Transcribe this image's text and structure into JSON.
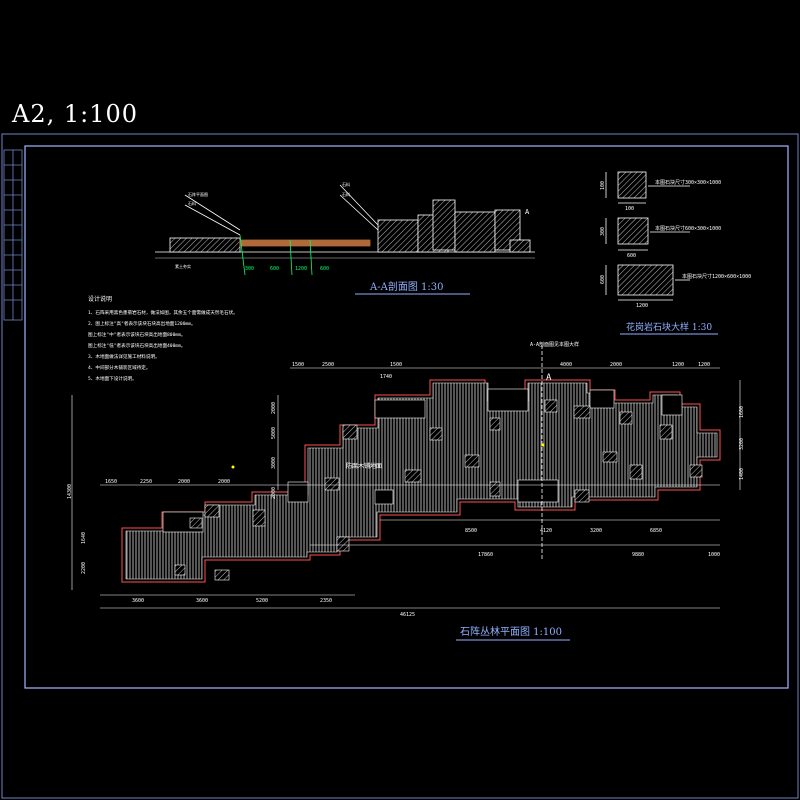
{
  "header": {
    "sheet_scale": "A2,  1:100"
  },
  "section": {
    "title": "A-A剖面图  1:30",
    "callouts": [
      "石阵平面图",
      "石料",
      "石料",
      "石料",
      "素土夯实",
      "A"
    ],
    "dims_bottom": [
      "300",
      "600",
      "1200",
      "600"
    ]
  },
  "detail": {
    "title": "花岗岩石块大样  1:30",
    "blocks": [
      {
        "size_label": "100",
        "height_label": "100",
        "note": "本图石块尺寸300×300×1000"
      },
      {
        "size_label": "600",
        "height_label": "300",
        "note": "本图石块尺寸600×300×1000"
      },
      {
        "size_label": "1200",
        "height_label": "600",
        "note": "本图石块尺寸1200×600×1000"
      }
    ]
  },
  "notes": {
    "heading": "设计说明",
    "lines": [
      "1、石阵采用黑色墨菊岩石材，做法如图，其余五个面需做成天然毛石状。",
      "2、图上标注\"高\"者表示该块石块高出地面1200mm。",
      "   图上标注\"中\"者表示该块石块高出地面800mm。",
      "   图上标注\"低\"者表示该块石块高出地面400mm。",
      "3、木地面做法详见施工材料说明。",
      "4、中间部分木铺装区域待定。",
      "5、木地面下设计说明。"
    ]
  },
  "plan": {
    "title": "石阵丛林平面图  1:100",
    "section_mark": "A-A剖面图见本图大样",
    "section_letter": "A",
    "center_label": "防腐木铺地面",
    "top_dims": [
      "1650",
      "2250",
      "2000",
      "2000",
      "1500",
      "2500",
      "1500",
      "4000",
      "2000",
      "1200",
      "1200"
    ],
    "left_dims": [
      "14300",
      "1640",
      "2200"
    ],
    "right_dims": [
      "1600",
      "3200",
      "1400"
    ],
    "inner_dims": [
      "1740",
      "2000",
      "5000",
      "3000",
      "2000"
    ],
    "lower_dims": [
      "8500",
      "4120",
      "3200",
      "6850"
    ],
    "mid_dims": [
      "17860",
      "9880",
      "1000"
    ],
    "bottom_dims": [
      "3600",
      "3600",
      "5200",
      "2350"
    ],
    "total": "46125"
  },
  "colors": {
    "frame": "#9fb8ff",
    "plan_outline": "#ff5050",
    "dim": "#ffffff",
    "accent": "#ffff00",
    "fill": "#cfcfcf",
    "wood": "#b06a3a"
  }
}
